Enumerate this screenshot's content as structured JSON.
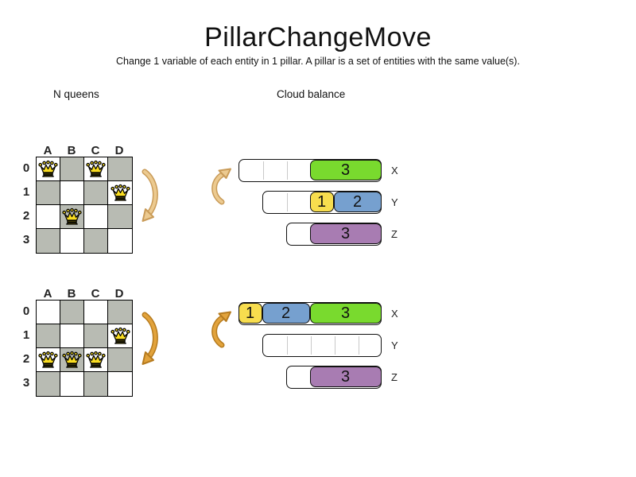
{
  "title": "PillarChangeMove",
  "subtitle": "Change 1 variable of each entity in 1 pillar. A pillar is a set of entities with the same value(s).",
  "sections": {
    "nqueens": "N queens",
    "cloud": "Cloud balance"
  },
  "colors": {
    "cell_gray": "#b8bbb3",
    "green": "#79da2e",
    "yellow": "#f7dd4e",
    "blue": "#76a0cf",
    "purple": "#a87cb2",
    "queen_fill": "#f9dd21",
    "arrow_light_fill": "#ecca90",
    "arrow_light_edge": "#c99b58",
    "arrow_dark_fill": "#e2a33c",
    "arrow_dark_edge": "#b67b1e"
  },
  "boards": [
    {
      "id": "before",
      "columns": [
        "A",
        "B",
        "C",
        "D"
      ],
      "rows": [
        "0",
        "1",
        "2",
        "3"
      ],
      "queens": [
        {
          "col": 0,
          "row": 0
        },
        {
          "col": 2,
          "row": 0
        },
        {
          "col": 3,
          "row": 1
        },
        {
          "col": 1,
          "row": 2
        }
      ]
    },
    {
      "id": "after",
      "columns": [
        "A",
        "B",
        "C",
        "D"
      ],
      "rows": [
        "0",
        "1",
        "2",
        "3"
      ],
      "queens": [
        {
          "col": 3,
          "row": 1
        },
        {
          "col": 0,
          "row": 2
        },
        {
          "col": 1,
          "row": 2
        },
        {
          "col": 2,
          "row": 2
        }
      ]
    }
  ],
  "cloud": {
    "rows": [
      {
        "state": "before",
        "bars": [
          {
            "label": "X",
            "capacity": 6,
            "empty_slots": 3,
            "blocks": [
              {
                "value": "3",
                "size": 3,
                "color": "green"
              }
            ]
          },
          {
            "label": "Y",
            "capacity": 5,
            "empty_slots": 2,
            "blocks": [
              {
                "value": "1",
                "size": 1,
                "color": "yellow"
              },
              {
                "value": "2",
                "size": 2,
                "color": "blue"
              }
            ]
          },
          {
            "label": "Z",
            "capacity": 4,
            "empty_slots": 1,
            "blocks": [
              {
                "value": "3",
                "size": 3,
                "color": "purple"
              }
            ]
          }
        ]
      },
      {
        "state": "after",
        "bars": [
          {
            "label": "X",
            "capacity": 6,
            "empty_slots": 0,
            "blocks": [
              {
                "value": "1",
                "size": 1,
                "color": "yellow"
              },
              {
                "value": "2",
                "size": 2,
                "color": "blue"
              },
              {
                "value": "3",
                "size": 3,
                "color": "green"
              }
            ]
          },
          {
            "label": "Y",
            "capacity": 5,
            "empty_slots": 5,
            "blocks": []
          },
          {
            "label": "Z",
            "capacity": 4,
            "empty_slots": 1,
            "blocks": [
              {
                "value": "3",
                "size": 3,
                "color": "purple"
              }
            ]
          }
        ]
      }
    ]
  }
}
